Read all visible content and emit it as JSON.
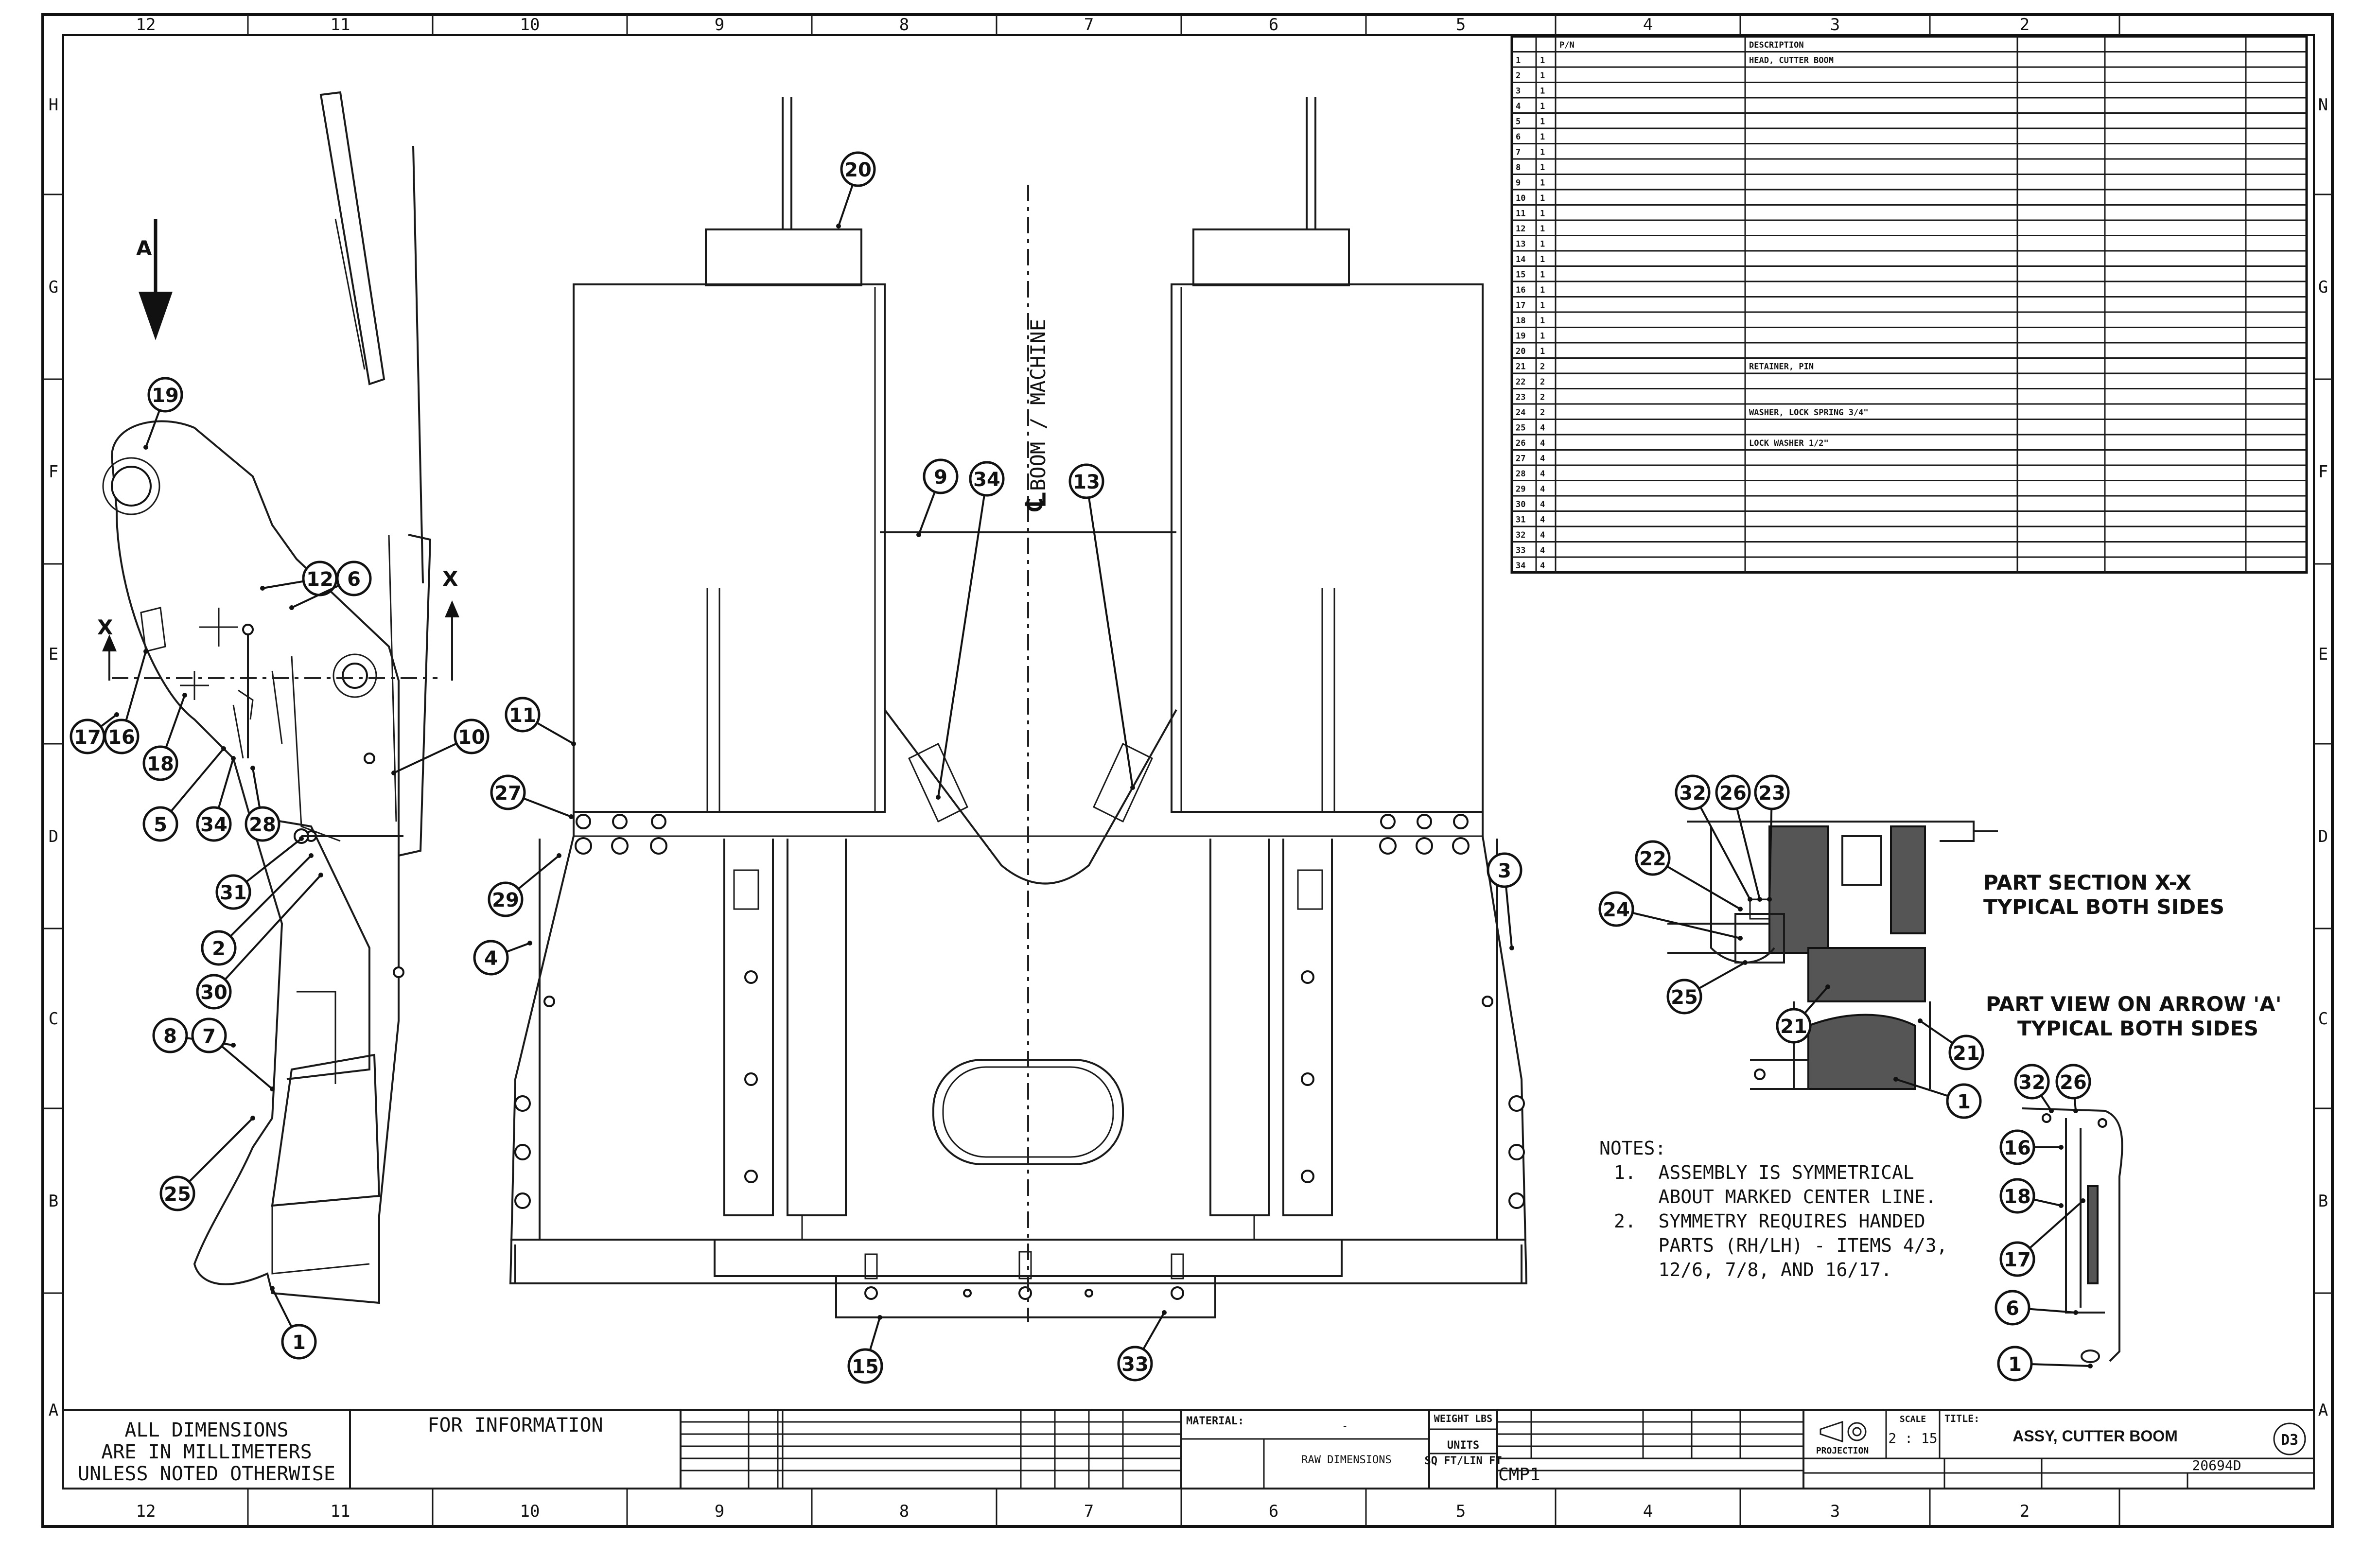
{
  "zones": {
    "top": [
      "12",
      "11",
      "10",
      "9",
      "8",
      "7",
      "6",
      "5",
      "4",
      "3",
      "2"
    ],
    "bottom": [
      "12",
      "11",
      "10",
      "9",
      "8",
      "7",
      "6",
      "5",
      "4",
      "3",
      "2"
    ],
    "left": [
      "H",
      "G",
      "F",
      "E",
      "D",
      "C",
      "B",
      "A"
    ],
    "right": [
      "N",
      "G",
      "F",
      "E",
      "D",
      "C",
      "B",
      "A"
    ]
  },
  "view_arrow": {
    "label": "A"
  },
  "section_marks": {
    "left": "X",
    "right": "X"
  },
  "centerline": "BOOM / MACHINE",
  "balloons": {
    "left_view": [
      "19",
      "12",
      "6",
      "17",
      "16",
      "18",
      "5",
      "34",
      "28",
      "31",
      "2",
      "30",
      "8",
      "7",
      "25",
      "1",
      "10"
    ],
    "main_view": [
      "20",
      "9",
      "34",
      "13",
      "11",
      "27",
      "29",
      "4",
      "3",
      "15",
      "33"
    ],
    "section_view": [
      "32",
      "26",
      "23",
      "22",
      "24",
      "25",
      "21",
      "21",
      "1"
    ],
    "arrow_view": [
      "32",
      "26",
      "16",
      "18",
      "17",
      "6",
      "1"
    ]
  },
  "section_title": [
    "PART SECTION  X-X",
    "TYPICAL BOTH SIDES"
  ],
  "arrow_view_title": [
    "PART VIEW ON ARROW 'A'",
    "TYPICAL BOTH SIDES"
  ],
  "notes": {
    "heading": "NOTES:",
    "lines": [
      "1.  ASSEMBLY IS SYMMETRICAL",
      "    ABOUT MARKED CENTER LINE.",
      "2.  SYMMETRY REQUIRES HANDED",
      "    PARTS (RH/LH) - ITEMS 4/3,",
      "    12/6, 7/8, AND 16/17."
    ]
  },
  "parts_list": {
    "header": [
      "",
      "",
      "P/N",
      "DESCRIPTION",
      "",
      "",
      ""
    ],
    "rows": [
      [
        "1",
        "1",
        "",
        "HEAD, CUTTER BOOM",
        "",
        "",
        ""
      ],
      [
        "2",
        "1",
        "",
        "",
        "",
        "",
        ""
      ],
      [
        "3",
        "1",
        "",
        "",
        "",
        "",
        ""
      ],
      [
        "4",
        "1",
        "",
        "",
        "",
        "",
        ""
      ],
      [
        "5",
        "1",
        "",
        "",
        "",
        "",
        ""
      ],
      [
        "6",
        "1",
        "",
        "",
        "",
        "",
        ""
      ],
      [
        "7",
        "1",
        "",
        "",
        "",
        "",
        ""
      ],
      [
        "8",
        "1",
        "",
        "",
        "",
        "",
        ""
      ],
      [
        "9",
        "1",
        "",
        "",
        "",
        "",
        ""
      ],
      [
        "10",
        "1",
        "",
        "",
        "",
        "",
        ""
      ],
      [
        "11",
        "1",
        "",
        "",
        "",
        "",
        ""
      ],
      [
        "12",
        "1",
        "",
        "",
        "",
        "",
        ""
      ],
      [
        "13",
        "1",
        "",
        "",
        "",
        "",
        ""
      ],
      [
        "14",
        "1",
        "",
        "",
        "",
        "",
        ""
      ],
      [
        "15",
        "1",
        "",
        "",
        "",
        "",
        ""
      ],
      [
        "16",
        "1",
        "",
        "",
        "",
        "",
        ""
      ],
      [
        "17",
        "1",
        "",
        "",
        "",
        "",
        ""
      ],
      [
        "18",
        "1",
        "",
        "",
        "",
        "",
        ""
      ],
      [
        "19",
        "1",
        "",
        "",
        "",
        "",
        ""
      ],
      [
        "20",
        "1",
        "",
        "",
        "",
        "",
        ""
      ],
      [
        "21",
        "2",
        "",
        "RETAINER, PIN",
        "",
        "",
        ""
      ],
      [
        "22",
        "2",
        "",
        "",
        "",
        "",
        ""
      ],
      [
        "23",
        "2",
        "",
        "",
        "",
        "",
        ""
      ],
      [
        "24",
        "2",
        "",
        "WASHER, LOCK SPRING 3/4\"",
        "",
        "",
        ""
      ],
      [
        "25",
        "4",
        "",
        "",
        "",
        "",
        ""
      ],
      [
        "26",
        "4",
        "",
        "LOCK WASHER 1/2\"",
        "",
        "",
        ""
      ],
      [
        "27",
        "4",
        "",
        "",
        "",
        "",
        ""
      ],
      [
        "28",
        "4",
        "",
        "",
        "",
        "",
        ""
      ],
      [
        "29",
        "4",
        "",
        "",
        "",
        "",
        ""
      ],
      [
        "30",
        "4",
        "",
        "",
        "",
        "",
        ""
      ],
      [
        "31",
        "4",
        "",
        "",
        "",
        "",
        ""
      ],
      [
        "32",
        "4",
        "",
        "",
        "",
        "",
        ""
      ],
      [
        "33",
        "4",
        "",
        "",
        "",
        "",
        ""
      ],
      [
        "34",
        "4",
        "",
        "",
        "",
        "",
        ""
      ]
    ]
  },
  "title_block": {
    "dimensions_note": [
      "ALL DIMENSIONS",
      "ARE IN MILLIMETERS",
      "UNLESS NOTED OTHERWISE"
    ],
    "for_information": "FOR INFORMATION",
    "material_label": "MATERIAL:",
    "material_value": "-",
    "raw_dimensions": "RAW DIMENSIONS",
    "weight_label": "WEIGHT LBS",
    "units_label": "UNITS",
    "units_value": "SQ FT/LIN FT",
    "cmp": "CMP1",
    "projection_label": "PROJECTION",
    "scale_label": "SCALE",
    "scale_value": "2 : 15",
    "title_label": "TITLE:",
    "title": "ASSY, CUTTER BOOM",
    "sheet_size": "D3",
    "drawing_number": "20694D"
  }
}
